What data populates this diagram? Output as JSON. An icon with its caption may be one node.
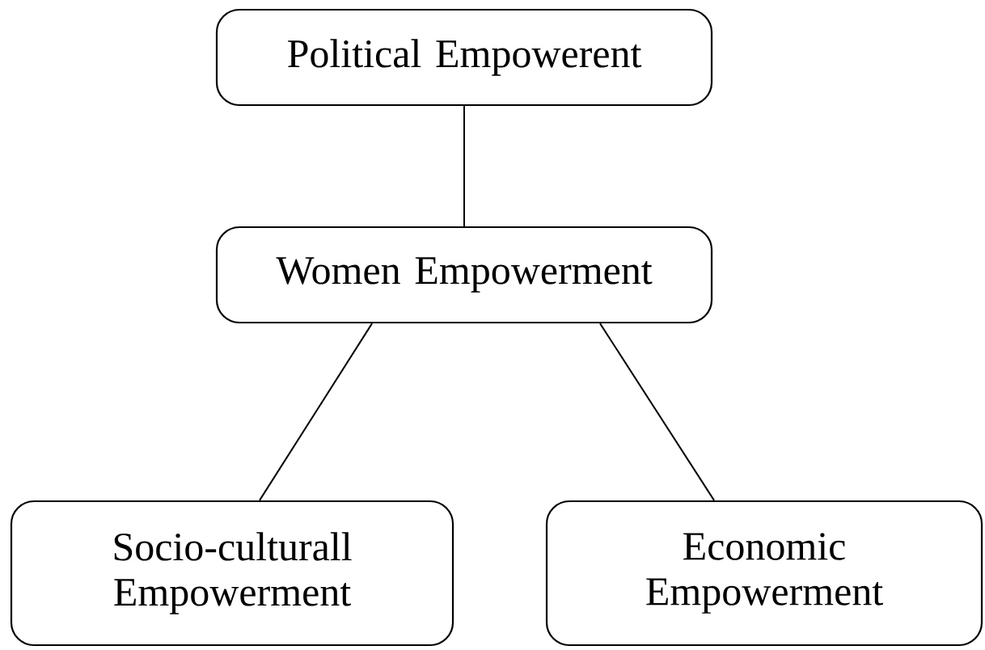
{
  "diagram": {
    "nodes": [
      {
        "text": [
          "Political Empowerent"
        ]
      },
      {
        "text": [
          "Women Empowerment"
        ]
      },
      {
        "text": [
          "Socio-culturall Empowerment"
        ]
      },
      {
        "text": [
          "Economic Empowerment"
        ]
      }
    ],
    "edges": [
      {
        "from": 0,
        "to": 1,
        "arrow": "none"
      },
      {
        "from": 1,
        "to": 2,
        "arrow": "none"
      },
      {
        "from": 1,
        "to": 3,
        "arrow": "none"
      }
    ]
  }
}
